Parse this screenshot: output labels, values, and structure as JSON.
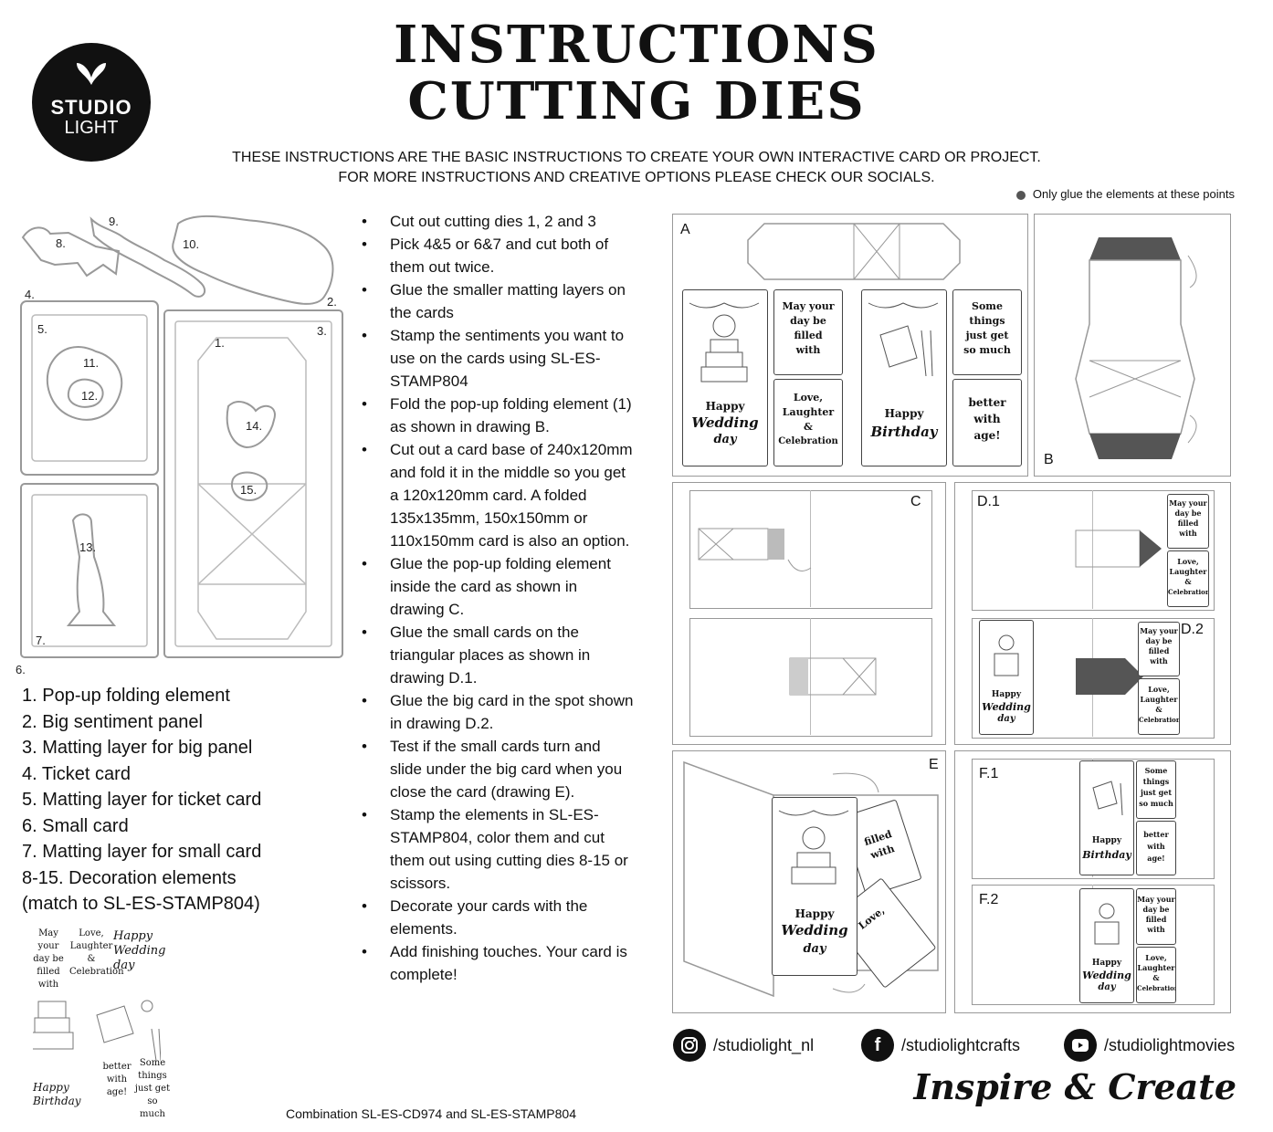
{
  "logo": {
    "line1": "STUDIO",
    "line2": "LIGHT"
  },
  "title": {
    "line1": "INSTRUCTIONS",
    "line2": "CUTTING DIES"
  },
  "subtitle": {
    "line1": "THESE INSTRUCTIONS ARE THE BASIC INSTRUCTIONS TO CREATE YOUR OWN INTERACTIVE CARD OR PROJECT.",
    "line2": "FOR MORE INSTRUCTIONS AND CREATIVE OPTIONS PLEASE CHECK OUR SOCIALS."
  },
  "glue_note": "Only glue the elements at these points",
  "die_numbers": [
    "1.",
    "2.",
    "3.",
    "4.",
    "5.",
    "6.",
    "7.",
    "8.",
    "9.",
    "10.",
    "11.",
    "12.",
    "13.",
    "14.",
    "15."
  ],
  "legend": [
    "1. Pop-up folding element",
    "2. Big sentiment panel",
    "3. Matting layer for big panel",
    "4. Ticket card",
    "5. Matting layer for ticket card",
    "6. Small card",
    "7. Matting layer for small card",
    "8-15. Decoration elements",
    "(match to SL-ES-STAMP804)"
  ],
  "stamp_words": {
    "may": "May your day be filled with",
    "love": "Love, Laughter & Celebration",
    "happy_wedding": "Happy Wedding day",
    "better": "better with age!",
    "some": "Some things just get so much",
    "happy_birthday": "Happy Birthday"
  },
  "steps": [
    "Cut out cutting dies 1, 2 and 3",
    "Pick 4&5 or 6&7 and cut both of them out twice.",
    "Glue the smaller matting layers on the cards",
    "Stamp the sentiments you want to use on the cards using SL-ES-STAMP804",
    "Fold the pop-up folding element (1) as shown in drawing B.",
    "Cut out a card base of 240x120mm and fold it in the middle so you get a 120x120mm card. A folded 135x135mm, 150x150mm or 110x150mm card is also an option.",
    "Glue the pop-up folding element inside the card as shown in drawing C.",
    "Glue the small cards on the triangular places as shown in drawing D.1.",
    "Glue the big card in the spot shown in drawing D.2.",
    "Test if the small cards turn and slide under the big card when you close the card (drawing E).",
    "Stamp the elements in SL-ES-STAMP804, color them and cut them out using cutting dies 8-15 or scissors.",
    "Decorate your cards with the elements.",
    "Add finishing touches. Your card is complete!"
  ],
  "combination": "Combination SL-ES-CD974 and SL-ES-STAMP804",
  "panels": {
    "A": "A",
    "B": "B",
    "C": "C",
    "D1": "D.1",
    "D2": "D.2",
    "E": "E",
    "F1": "F.1",
    "F2": "F.2"
  },
  "card_text": {
    "may": [
      "May your",
      "day be",
      "filled",
      "with"
    ],
    "love": [
      "Love,",
      "Laughter",
      "&",
      "Celebration"
    ],
    "some": [
      "Some",
      "things",
      "just get",
      "so much"
    ],
    "better": [
      "better",
      "with",
      "age!"
    ],
    "happy": "Happy",
    "wedding": "Wedding",
    "day": "day",
    "birthday": "Birthday",
    "love_short": "Love,",
    "filled_short": "filled",
    "with_short": "with"
  },
  "socials": {
    "instagram": "/studiolight_nl",
    "facebook": "/studiolightcrafts",
    "youtube": "/studiolightmovies"
  },
  "tagline": "Inspire & Create"
}
